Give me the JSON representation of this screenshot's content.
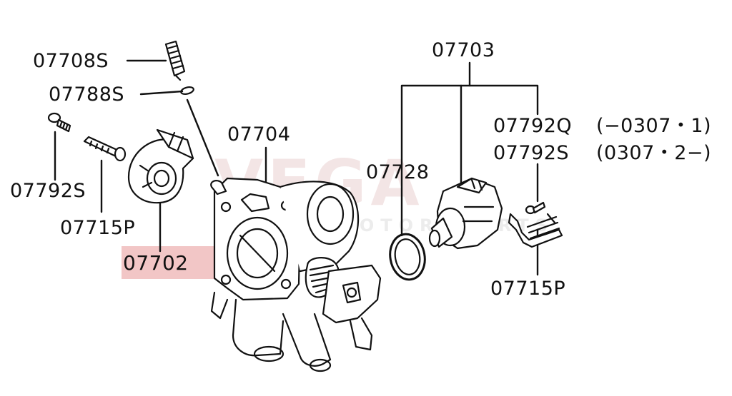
{
  "diagram": {
    "highlight_color": "#f2c6c6",
    "line_color": "#111111",
    "watermark": {
      "main": "VEGA",
      "sub": "MOTORSPORTS"
    },
    "labels": {
      "p07708S": "07708S",
      "p07788S": "07788S",
      "p07792S_left": "07792S",
      "p07715P_left": "07715P",
      "p07702": "07702",
      "p07704": "07704",
      "p07703": "07703",
      "p07728": "07728",
      "p07792Q": "07792Q",
      "p07792Q_range": "(−0307・1)",
      "p07792S_right": "07792S",
      "p07792S_range": "(0307・2−)",
      "p07715P_right": "07715P"
    }
  }
}
